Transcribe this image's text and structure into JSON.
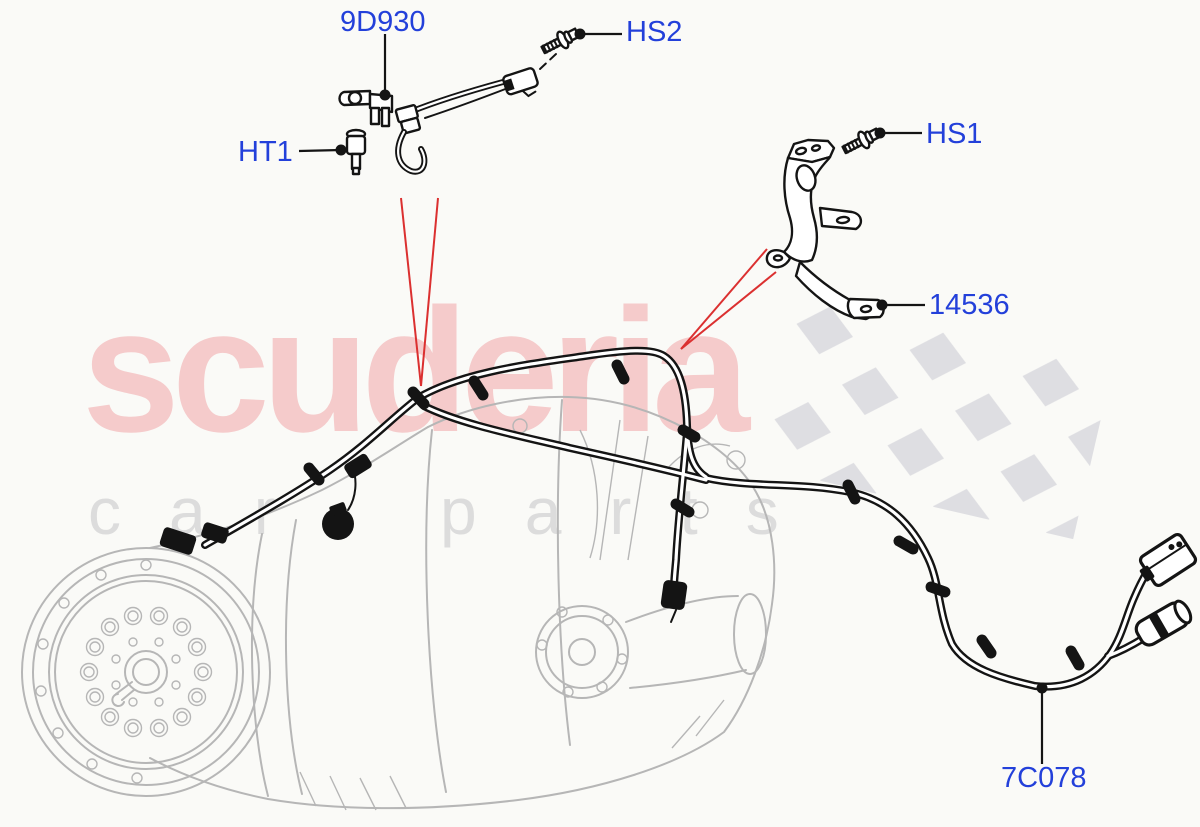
{
  "diagram": {
    "labels": {
      "part_9d930": "9D930",
      "bolt_hs2": "HS2",
      "sensor_ht1": "HT1",
      "bolt_hs1": "HS1",
      "bracket_14536": "14536",
      "harness_7c078": "7C078"
    }
  },
  "watermark": {
    "brand": "scuderia",
    "tagline": "car parts"
  },
  "colors": {
    "label_blue": "#2340DA",
    "leader_red": "#DB3030",
    "watermark_pink": "#F5CBCB",
    "watermark_gray": "#DCDCDC",
    "checker_gray": "#DEDEE2",
    "art_gray": "#B6B6B6",
    "ink": "#141414"
  }
}
